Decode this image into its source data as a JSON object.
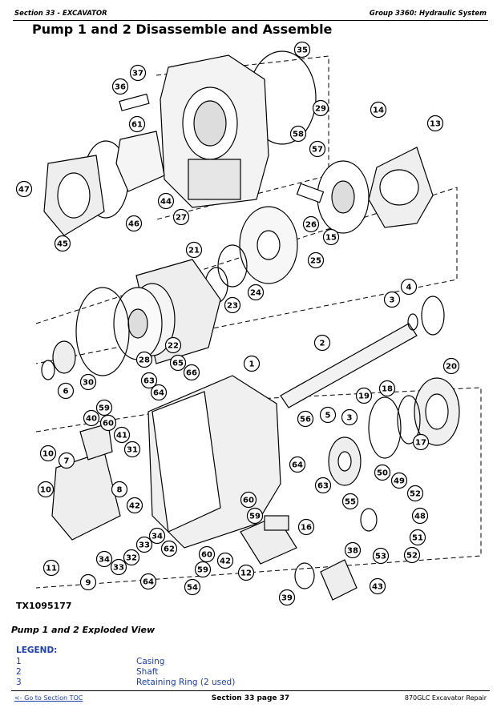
{
  "header": {
    "left": "Section 33 - EXCAVATOR",
    "right": "Group 3360: Hydraulic System"
  },
  "title": "Pump 1 and 2 Disassemble and Assemble",
  "figure": {
    "id": "TX1095177",
    "callouts": [
      "1",
      "2",
      "3",
      "4",
      "5",
      "6",
      "7",
      "8",
      "9",
      "10",
      "11",
      "12",
      "13",
      "14",
      "15",
      "16",
      "17",
      "18",
      "19",
      "20",
      "21",
      "22",
      "23",
      "24",
      "25",
      "26",
      "27",
      "28",
      "29",
      "30",
      "31",
      "32",
      "33",
      "34",
      "35",
      "36",
      "37",
      "38",
      "39",
      "40",
      "41",
      "42",
      "43",
      "44",
      "45",
      "46",
      "47",
      "48",
      "49",
      "50",
      "51",
      "52",
      "53",
      "54",
      "55",
      "56",
      "57",
      "58",
      "59",
      "60",
      "61",
      "62",
      "63",
      "64",
      "65",
      "66"
    ]
  },
  "caption": "Pump 1 and 2 Exploded View",
  "legend": {
    "title": "LEGEND:",
    "rows": [
      {
        "num": "1",
        "desc": "Casing"
      },
      {
        "num": "2",
        "desc": "Shaft"
      },
      {
        "num": "3",
        "desc": "Retaining Ring (2 used)"
      }
    ]
  },
  "footer": {
    "toc_link": "<- Go to Section TOC",
    "page": "Section 33 page 37",
    "product": "870GLC Excavator Repair"
  }
}
